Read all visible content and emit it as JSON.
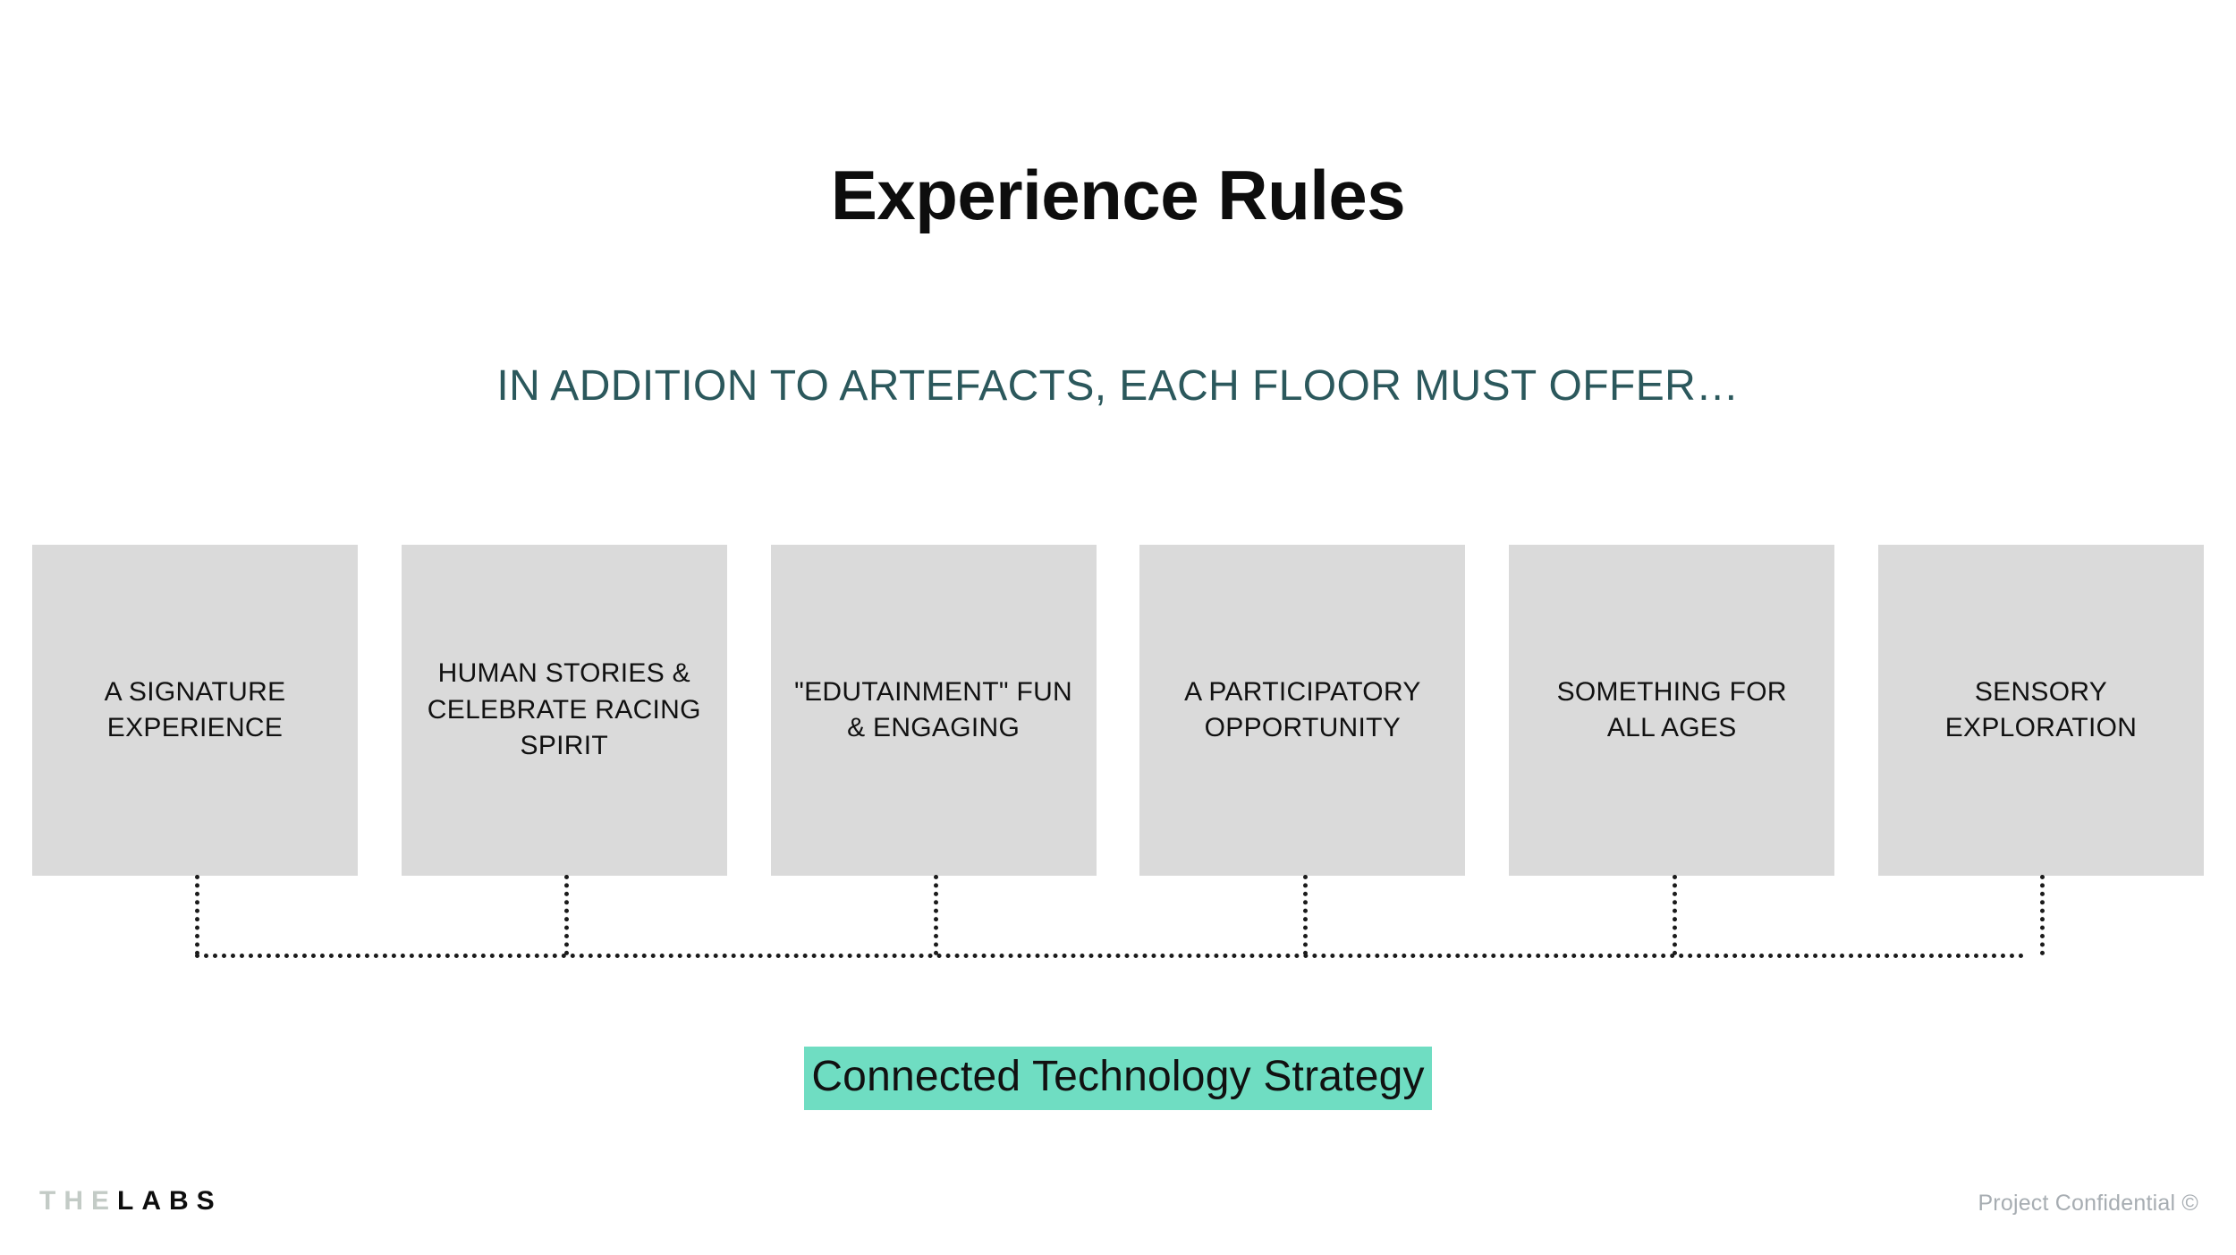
{
  "slide": {
    "title": "Experience Rules",
    "subtitle": "IN ADDITION TO ARTEFACTS, EACH FLOOR MUST OFFER…",
    "background_color": "#ffffff"
  },
  "rules": {
    "box_fill_color": "#dadada",
    "items": [
      {
        "label": "A SIGNATURE\nEXPERIENCE"
      },
      {
        "label": "HUMAN STORIES  &\nCELEBRATE RACING\nSPIRIT"
      },
      {
        "label": "\"EDUTAINMENT\" FUN\n& ENGAGING"
      },
      {
        "label": "A PARTICIPATORY\nOPPORTUNITY"
      },
      {
        "label": "SOMETHING FOR\nALL AGES"
      },
      {
        "label": "SENSORY\nEXPLORATION"
      }
    ]
  },
  "callout": {
    "label": "Connected Technology Strategy",
    "highlight_color": "#6fddc2",
    "text_color": "#111111"
  },
  "connector": {
    "style": "dotted",
    "color": "#1b1b1b"
  },
  "footer": {
    "brand_light": "THE",
    "brand_bold": "LABS",
    "confidential": "Project Confidential ©",
    "accent_color": "#2b585c"
  }
}
